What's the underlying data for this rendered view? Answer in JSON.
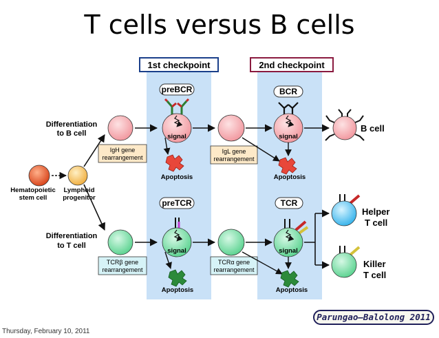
{
  "slide": {
    "title": "T cells versus B cells",
    "footer_date": "Thursday, February 10, 2011",
    "credit": "Parungao–Balolong 2011"
  },
  "diagram": {
    "checkpoints": [
      "1st checkpoint",
      "2nd checkpoint"
    ],
    "start": {
      "hsc": "Hematopoietic\nstem cell",
      "progenitor": "Lymphoid\nprogenitor"
    },
    "b_path": {
      "differentiation": "Differentiation\nto B cell",
      "rearrangement_1": "IgH gene\nrearrangement",
      "receptor_1": "preBCR",
      "rearrangement_2": "IgL gene\nrearrangement",
      "receptor_2": "BCR",
      "signal": "signal",
      "apoptosis": "Apoptosis",
      "result": "B cell"
    },
    "t_path": {
      "differentiation": "Differentiation\nto T cell",
      "rearrangement_1": "TCRβ gene\nrearrangement",
      "receptor_1": "preTCR",
      "rearrangement_2": "TCRα gene\nrearrangement",
      "receptor_2": "TCR",
      "signal": "signal",
      "apoptosis": "Apoptosis",
      "result_helper": "Helper\nT cell",
      "result_killer": "Killer\nT cell"
    },
    "colors": {
      "checkpoint_band": "#c9e1f7",
      "b_cell": "#f7b8bc",
      "t_cell": "#8fe3b4",
      "hsc": "#e0622f",
      "progenitor": "#f6c46a",
      "apoptosis_b": "#e8473a",
      "apoptosis_t": "#2c8a3a",
      "helper": "#5cc9f2",
      "killer": "#8fe3b4",
      "checkpoint_box_1": "#1a3f8a",
      "checkpoint_box_2": "#8a1a3f",
      "rearr_box_b": "#fde9c8",
      "rearr_box_t": "#d6f3f7"
    }
  }
}
